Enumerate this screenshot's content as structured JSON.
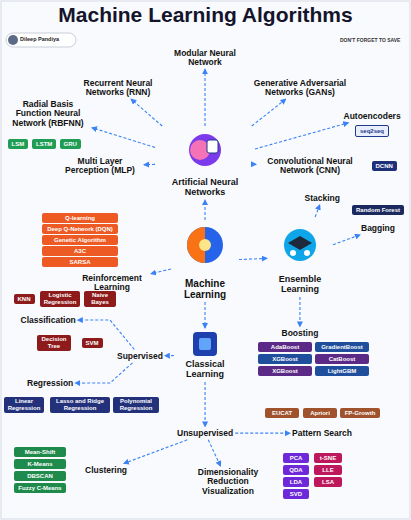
{
  "diagram": {
    "title": "Machine Learning Algorithms",
    "nodes": [
      {
        "text": [
          "Modular Neural Network"
        ]
      },
      {
        "text": [
          "Recurrent Neural Networks (RNN)"
        ]
      },
      {
        "text": [
          "Generative Adversarial Networks (GANs)"
        ]
      },
      {
        "text": [
          "Radial Basis Function Neural Network (RBFNN)"
        ]
      },
      {
        "text": [
          "Autoencoders"
        ]
      },
      {
        "text": [
          "LSM"
        ]
      },
      {
        "text": [
          "LSTM"
        ]
      },
      {
        "text": [
          "GRU"
        ]
      },
      {
        "text": [
          "seq2seq"
        ]
      },
      {
        "text": [
          "Multi Layer Perception (MLP)"
        ]
      },
      {
        "text": [
          "Convolutional Neural Network (CNN)"
        ]
      },
      {
        "text": [
          "DCNN"
        ]
      },
      {
        "text": [
          "Artificial Neural Networks"
        ]
      },
      {
        "text": [
          "Stacking"
        ]
      },
      {
        "text": [
          "Random Forest"
        ]
      },
      {
        "text": [
          "Bagging"
        ]
      },
      {
        "text": [
          "Q-learning"
        ]
      },
      {
        "text": [
          "Deep Q-Network (DQN)"
        ]
      },
      {
        "text": [
          "Genetic Algorithm"
        ]
      },
      {
        "text": [
          "A3C"
        ]
      },
      {
        "text": [
          "SARSA"
        ]
      },
      {
        "text": [
          "Reinforcement Learning"
        ]
      },
      {
        "text": [
          "Machine Learning"
        ]
      },
      {
        "text": [
          "Ensemble Learning"
        ]
      },
      {
        "text": [
          "KNN"
        ]
      },
      {
        "text": [
          "Logistic Regression"
        ]
      },
      {
        "text": [
          "Naive Bayes"
        ]
      },
      {
        "text": [
          "Classification"
        ]
      },
      {
        "text": [
          "Decision Tree"
        ]
      },
      {
        "text": [
          "SVM"
        ]
      },
      {
        "text": [
          "Boosting"
        ]
      },
      {
        "text": [
          "AdaBoost"
        ]
      },
      {
        "text": [
          "GradientBoost"
        ]
      },
      {
        "text": [
          "XGBoost"
        ]
      },
      {
        "text": [
          "CatBoost"
        ]
      },
      {
        "text": [
          "XGBoost"
        ]
      },
      {
        "text": [
          "LightGBM"
        ]
      },
      {
        "text": [
          "Classical Learning"
        ]
      },
      {
        "text": [
          "Supervised"
        ]
      },
      {
        "text": [
          "Regression"
        ]
      },
      {
        "text": [
          "Linear Regression"
        ]
      },
      {
        "text": [
          "Lasso and Ridge Regression"
        ]
      },
      {
        "text": [
          "Polynomial Regression"
        ]
      },
      {
        "text": [
          "EUCAT"
        ]
      },
      {
        "text": [
          "Apriori"
        ]
      },
      {
        "text": [
          "FP-Growth"
        ]
      },
      {
        "text": [
          "Unsupervised"
        ]
      },
      {
        "text": [
          "Pattern Search"
        ]
      },
      {
        "text": [
          "Mean-Shift"
        ]
      },
      {
        "text": [
          "K-Means"
        ]
      },
      {
        "text": [
          "DBSCAN"
        ]
      },
      {
        "text": [
          "Fuzzy C-Means"
        ]
      },
      {
        "text": [
          "Clustering"
        ]
      },
      {
        "text": [
          "Dimensionality Reduction Visualization"
        ]
      },
      {
        "text": [
          "PCA"
        ]
      },
      {
        "text": [
          "QDA"
        ]
      },
      {
        "text": [
          "LDA"
        ]
      },
      {
        "text": [
          "SVD"
        ]
      },
      {
        "text": [
          "t-SNE"
        ]
      },
      {
        "text": [
          "LLE"
        ]
      },
      {
        "text": [
          "LSA"
        ]
      }
    ],
    "edges": [
      {
        "from": 12,
        "to": 0,
        "arrow": "to"
      },
      {
        "from": 12,
        "to": 1,
        "arrow": "to"
      },
      {
        "from": 12,
        "to": 2,
        "arrow": "to"
      },
      {
        "from": 12,
        "to": 3,
        "arrow": "to"
      },
      {
        "from": 12,
        "to": 4,
        "arrow": "to"
      },
      {
        "from": 12,
        "to": 9,
        "arrow": "to"
      },
      {
        "from": 12,
        "to": 10,
        "arrow": "to"
      },
      {
        "from": 22,
        "to": 12,
        "arrow": "to"
      },
      {
        "from": 22,
        "to": 21,
        "arrow": "to"
      },
      {
        "from": 22,
        "to": 23,
        "arrow": "to"
      },
      {
        "from": 22,
        "to": 37,
        "arrow": "to"
      },
      {
        "from": 23,
        "to": 13,
        "arrow": "to"
      },
      {
        "from": 23,
        "to": 15,
        "arrow": "to"
      },
      {
        "from": 23,
        "to": 30,
        "arrow": "to"
      },
      {
        "from": 37,
        "to": 38,
        "arrow": "to"
      },
      {
        "from": 37,
        "to": 46,
        "arrow": "to"
      },
      {
        "from": 38,
        "to": 27,
        "arrow": "to"
      },
      {
        "from": 38,
        "to": 39,
        "arrow": "to"
      },
      {
        "from": 46,
        "to": 47,
        "arrow": "to"
      },
      {
        "from": 46,
        "to": 52,
        "arrow": "to"
      },
      {
        "from": 46,
        "to": 53,
        "arrow": "to"
      }
    ],
    "labels": [
      "Dileep Pandiya",
      "DON'T FORGET TO SAVE"
    ]
  }
}
